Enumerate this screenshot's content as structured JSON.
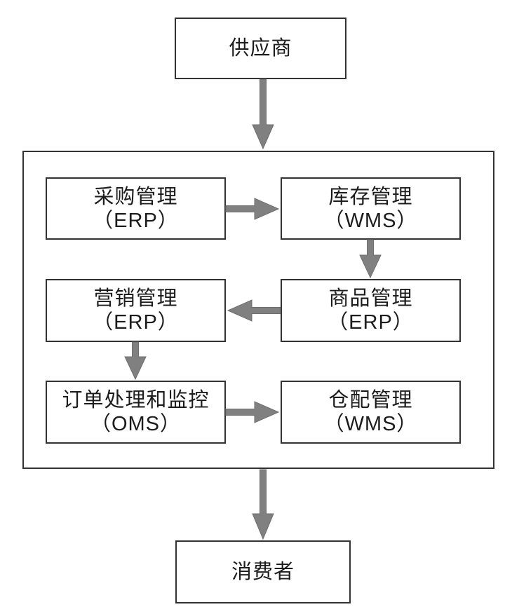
{
  "diagram": {
    "type": "flowchart",
    "nodes": {
      "supplier": {
        "label": "供应商"
      },
      "procurement": {
        "label": "采购管理",
        "sublabel": "（ERP）"
      },
      "inventory": {
        "label": "库存管理",
        "sublabel": "（WMS）"
      },
      "marketing": {
        "label": "营销管理",
        "sublabel": "（ERP）"
      },
      "product": {
        "label": "商品管理",
        "sublabel": "（ERP）"
      },
      "order": {
        "label": "订单处理和监控",
        "sublabel": "（OMS）"
      },
      "warehouse": {
        "label": "仓配管理",
        "sublabel": "（WMS）"
      },
      "consumer": {
        "label": "消费者"
      }
    },
    "edges": [
      {
        "from": "supplier",
        "to": "system-container",
        "direction": "down"
      },
      {
        "from": "procurement",
        "to": "inventory",
        "direction": "right"
      },
      {
        "from": "inventory",
        "to": "product",
        "direction": "down"
      },
      {
        "from": "product",
        "to": "marketing",
        "direction": "left"
      },
      {
        "from": "marketing",
        "to": "order",
        "direction": "down"
      },
      {
        "from": "order",
        "to": "warehouse",
        "direction": "right"
      },
      {
        "from": "system-container",
        "to": "consumer",
        "direction": "down"
      }
    ],
    "colors": {
      "background": "#ffffff",
      "box_border": "#323232",
      "arrow": "#808080",
      "text": "#1c1c1c"
    }
  }
}
